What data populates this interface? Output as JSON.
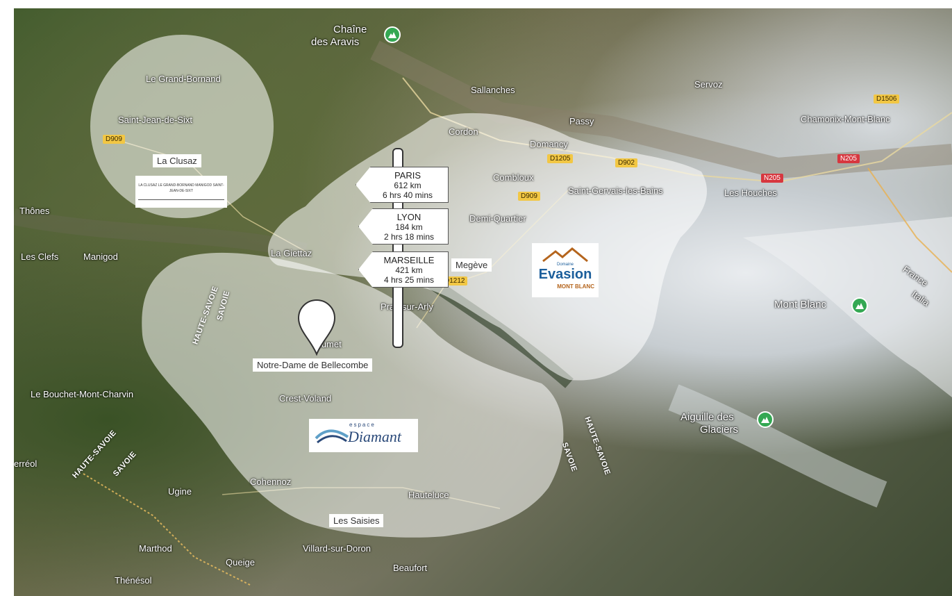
{
  "map": {
    "places": [
      {
        "id": "chaine-des-aravis",
        "text": "Chaîne"
      },
      {
        "id": "chaine-des-aravis-2",
        "text": "des Aravis"
      },
      {
        "id": "le-grand-bornand",
        "text": "Le Grand-Bornand"
      },
      {
        "id": "saint-jean-de-sixt",
        "text": "Saint-Jean-de-Sixt"
      },
      {
        "id": "sallanches",
        "text": "Sallanches"
      },
      {
        "id": "servoz",
        "text": "Servoz"
      },
      {
        "id": "chamonix",
        "text": "Chamonix-Mont-Blanc"
      },
      {
        "id": "cordon",
        "text": "Cordon"
      },
      {
        "id": "passy",
        "text": "Passy"
      },
      {
        "id": "domancy",
        "text": "Domancy"
      },
      {
        "id": "combloux",
        "text": "Combloux"
      },
      {
        "id": "saint-gervais",
        "text": "Saint-Gervais-les-Bains"
      },
      {
        "id": "les-houches",
        "text": "Les Houches"
      },
      {
        "id": "thones",
        "text": "Thônes"
      },
      {
        "id": "demi-quartier",
        "text": "Demi-Quartier"
      },
      {
        "id": "les-clefs",
        "text": "Les Clefs"
      },
      {
        "id": "manigod",
        "text": "Manigod"
      },
      {
        "id": "la-giettaz",
        "text": "La Giettaz"
      },
      {
        "id": "praz-sur-arly",
        "text": "Praz-sur-Arly"
      },
      {
        "id": "mont-blanc",
        "text": "Mont Blanc"
      },
      {
        "id": "france",
        "text": "France"
      },
      {
        "id": "italia",
        "text": "Italia"
      },
      {
        "id": "flumet",
        "text": "Flumet"
      },
      {
        "id": "le-bouchet",
        "text": "Le Bouchet-Mont-Charvin"
      },
      {
        "id": "crest-voland",
        "text": "Crest-Voland"
      },
      {
        "id": "aiguille-des",
        "text": "Aiguille des"
      },
      {
        "id": "glaciers",
        "text": "Glaciers"
      },
      {
        "id": "ferreol",
        "text": "erréol"
      },
      {
        "id": "cohennoz",
        "text": "Cohennoz"
      },
      {
        "id": "ugine",
        "text": "Ugine"
      },
      {
        "id": "hauteluce",
        "text": "Hauteluce"
      },
      {
        "id": "marthod",
        "text": "Marthod"
      },
      {
        "id": "villard-sur-doron",
        "text": "Villard-sur-Doron"
      },
      {
        "id": "queige",
        "text": "Queige"
      },
      {
        "id": "beaufort",
        "text": "Beaufort"
      },
      {
        "id": "thenesol",
        "text": "Thénésol"
      }
    ],
    "roads": {
      "d909_left": "D909",
      "d1205": "D1205",
      "d902": "D902",
      "d909_center": "D909",
      "d1212": "D1212",
      "d1506": "D1506",
      "n205_a": "N205",
      "n205_b": "N205"
    },
    "regions": {
      "haute_savoie_1": "HAUTE-SAVOIE",
      "savoie_1": "SAVOIE",
      "haute_savoie_2": "HAUTE-SAVOIE",
      "savoie_2": "SAVOIE",
      "haute_savoie_3": "HAUTE-SAVOIE",
      "savoie_3": "SAVOIE"
    }
  },
  "overlay": {
    "labels": {
      "la_clusaz": "La Clusaz",
      "megeve": "Megève",
      "notre_dame": "Notre-Dame de Bellecombe",
      "les_saisies": "Les Saisies"
    },
    "signpost": [
      {
        "city": "PARIS",
        "distance": "612 km",
        "time": "6 hrs 40 mins"
      },
      {
        "city": "LYON",
        "distance": "184 km",
        "time": "2 hrs 18 mins"
      },
      {
        "city": "MARSEILLE",
        "distance": "421 km",
        "time": "4 hrs 25 mins"
      }
    ],
    "logos": {
      "evasion_line1": "Domaine",
      "evasion_line2": "Evasion",
      "evasion_line3": "MONT BLANC",
      "diamant_line1": "espace",
      "diamant_line2": "Diamant",
      "aravis_logos": "LA CLUSAZ  LE GRAND-BORNAND  MANIGOD  SAINT-JEAN-DE-SIXT"
    }
  },
  "colors": {
    "zone_fill": "rgba(255,255,255,0.55)",
    "peak_green": "#34a853",
    "road_yellow": "#f2c744",
    "road_red": "#d7373f",
    "evasion_blue": "#1b5e9b",
    "diamant_blue": "#2b4a7a"
  }
}
